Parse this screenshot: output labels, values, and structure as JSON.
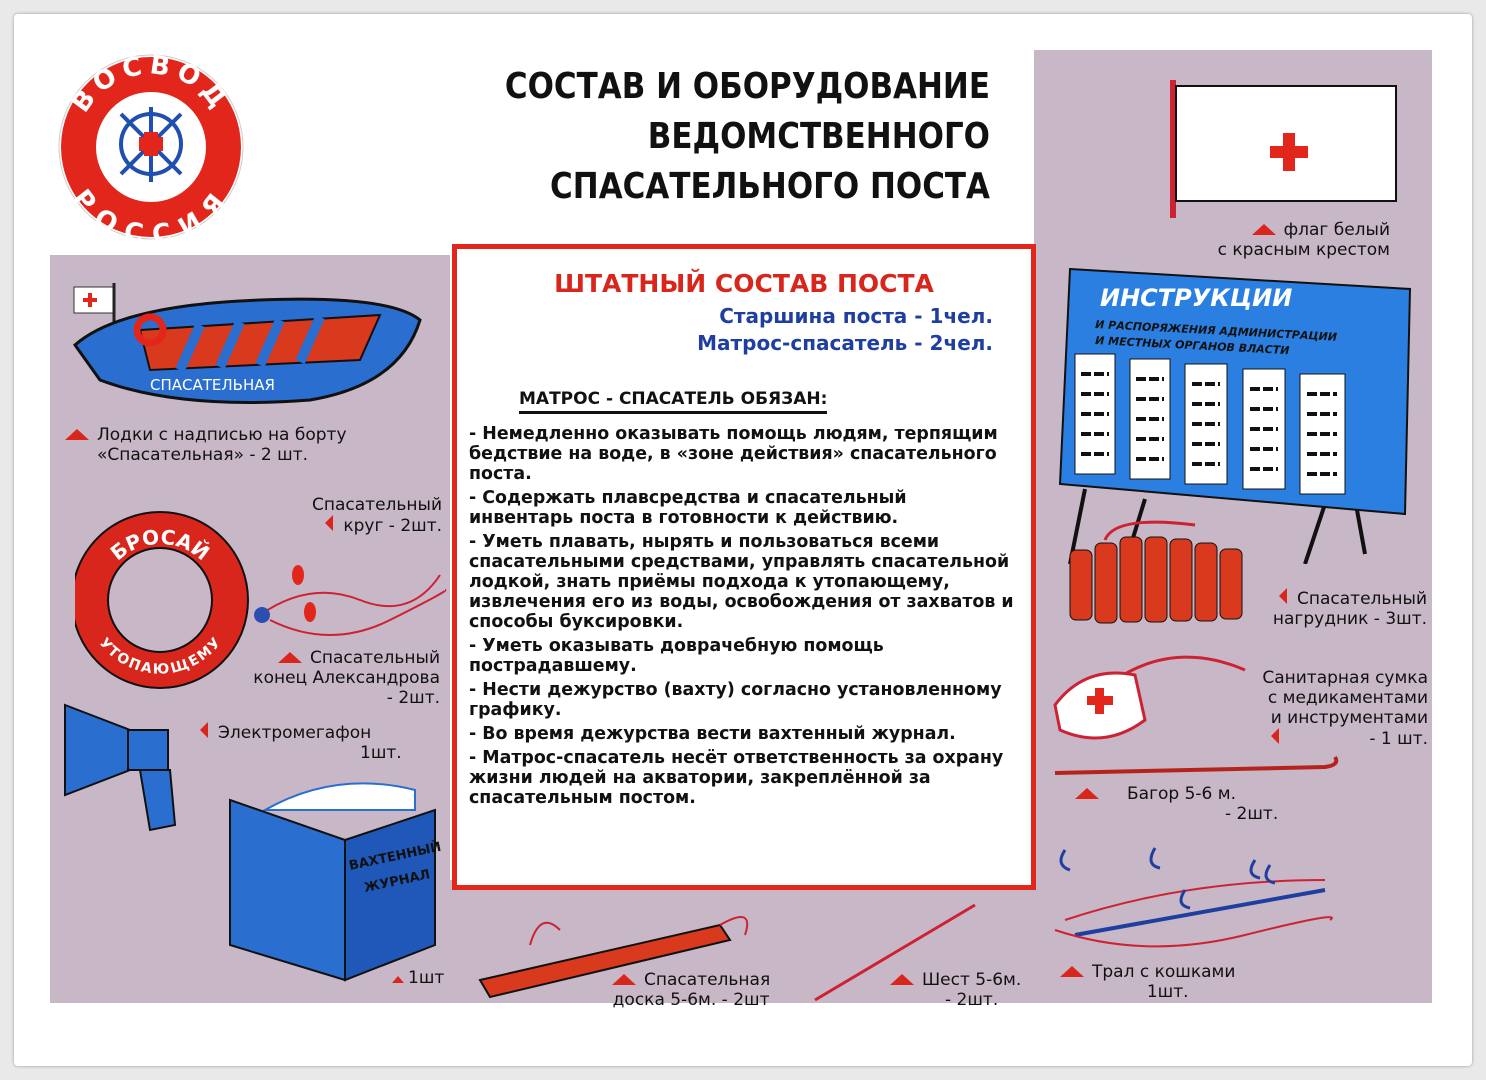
{
  "logo": {
    "top_text": "ВОСВОД",
    "bottom_text": "РОССИЯ"
  },
  "title": [
    "СОСТАВ И ОБОРУДОВАНИЕ",
    "ВЕДОМСТВЕННОГО",
    "СПАСАТЕЛЬНОГО ПОСТА"
  ],
  "staff": {
    "heading": "ШТАТНЫЙ СОСТАВ ПОСТА",
    "lines": [
      "Старшина поста - 1чел.",
      "Матрос-спасатель - 2чел."
    ]
  },
  "duties": {
    "heading": "МАТРОС - СПАСАТЕЛЬ ОБЯЗАН:",
    "items": [
      "- Немедленно оказывать помощь людям, терпящим бедствие на воде, в «зоне действия» спасательного поста.",
      "- Содержать плавсредства и спасательный инвентарь поста в готовности к действию.",
      "- Уметь плавать, нырять и пользоваться всеми спасательными средствами, управлять спасательной лодкой, знать приёмы подхода к утопающему, извлечения его из воды, освобождения от захватов и способы буксировки.",
      "- Уметь оказывать доврачебную помощь пострадавшему.",
      "- Нести дежурство (вахту) согласно установленному графику.",
      "- Во время дежурства вести вахтенный журнал.",
      "- Матрос-спасатель несёт ответственность за охрану жизни людей на акватории, закреплённой за спасательным постом."
    ]
  },
  "left": {
    "boat": {
      "hull_text": "СПАСАТЕЛЬНАЯ",
      "label": [
        "Лодки с надписью на борту",
        "«Спасательная» - 2 шт."
      ]
    },
    "ring": {
      "ring_text": [
        "БРОСАЙ",
        "УТОПАЮЩЕМУ"
      ],
      "label": [
        "Спасательный",
        "круг - 2шт."
      ]
    },
    "rope": {
      "label": [
        "Спасательный",
        "конец Александрова",
        "- 2шт."
      ]
    },
    "megaphone": {
      "label": [
        "Электромегафон",
        "1шт."
      ]
    },
    "journal": {
      "cover": [
        "ВАХТЕННЫЙ",
        "ЖУРНАЛ"
      ],
      "label": "1шт"
    }
  },
  "bottom": {
    "board": {
      "label": [
        "Спасательная",
        "доска 5-6м. - 2шт"
      ]
    },
    "pole": {
      "label": [
        "Шест 5-6м.",
        "- 2шт."
      ]
    }
  },
  "right": {
    "flag": {
      "label": [
        "флаг белый",
        "с красным крестом"
      ]
    },
    "board": {
      "heading": "ИНСТРУКЦИИ",
      "sub": [
        "И РАСПОРЯЖЕНИЯ АДМИНИСТРАЦИИ",
        "И МЕСТНЫХ ОРГАНОВ ВЛАСТИ"
      ]
    },
    "vest": {
      "label": [
        "Спасательный",
        "нагрудник - 3шт."
      ]
    },
    "bag": {
      "label": [
        "Санитарная сумка",
        "с медикаментами",
        "и инструментами",
        "- 1 шт."
      ]
    },
    "hook": {
      "label": [
        "Багор 5-6 м.",
        "- 2шт."
      ]
    },
    "trawl": {
      "label": [
        "Трал с кошками",
        "1шт."
      ]
    }
  },
  "colors": {
    "red": "#d9261c",
    "blue": "#2a6fd0",
    "pink": "#c8b7c6"
  }
}
